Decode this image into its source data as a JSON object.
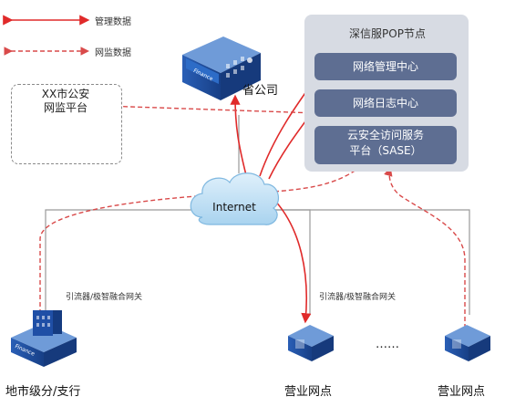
{
  "legend": {
    "management": "管理数据",
    "monitoring": "网监数据"
  },
  "pop": {
    "title": "深信服POP节点",
    "services": [
      "网络管理中心",
      "网络日志中心",
      "云安全访问服务",
      "平台（SASE）"
    ]
  },
  "hq": {
    "sign": "Finance",
    "label": "省公司"
  },
  "platform": {
    "title_line1": "XX市公安",
    "title_line2": "网监平台"
  },
  "cloud": {
    "label": "Internet"
  },
  "branch": {
    "sign": "Finance",
    "gateway_label": "引流器/极智融合网关",
    "label": "地市级分/支行"
  },
  "site_center": {
    "gateway_label": "引流器/极智融合网关",
    "label": "营业网点"
  },
  "ellipsis": "……",
  "site_right": {
    "label": "营业网点"
  },
  "colors": {
    "management": "#e02a2a",
    "monitoring": "#d94a4a",
    "pop_bg": "#d7dbe3",
    "service_bg": "#5e6e92",
    "building_blue": "#1e4fa0"
  }
}
